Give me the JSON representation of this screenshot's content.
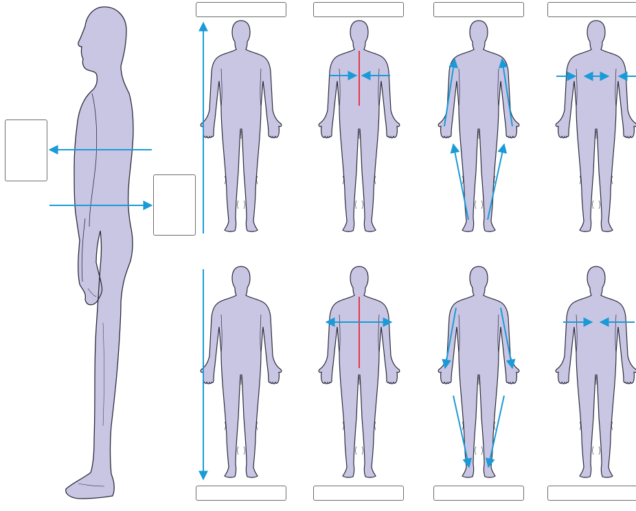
{
  "diagram": {
    "colors": {
      "body_fill": "#c9c6e4",
      "body_outline": "#2a2a3a",
      "arrow": "#1a9ad6",
      "midline": "#e8364a",
      "label_border": "#6b6b6b"
    },
    "labels": {
      "top": [
        "",
        "",
        "",
        ""
      ],
      "bottom": [
        "",
        "",
        "",
        ""
      ],
      "side_front": "",
      "side_back": ""
    },
    "figures": {
      "side_view": "standing-person-lateral",
      "front_views": [
        {
          "row": "top",
          "column": 1,
          "arrows": "full-height-upward"
        },
        {
          "row": "top",
          "column": 2,
          "arrows": "horizontal-inward-to-midline",
          "midline": true
        },
        {
          "row": "top",
          "column": 3,
          "arrows": "diagonal-upward-along-limbs"
        },
        {
          "row": "top",
          "column": 4,
          "arrows": "horizontal-inward-at-shoulders"
        },
        {
          "row": "bottom",
          "column": 1,
          "arrows": "full-height-downward"
        },
        {
          "row": "bottom",
          "column": 2,
          "arrows": "horizontal-outward-from-midline",
          "midline": true
        },
        {
          "row": "bottom",
          "column": 3,
          "arrows": "diagonal-downward-along-limbs"
        },
        {
          "row": "bottom",
          "column": 4,
          "arrows": "horizontal-inward-at-shoulders"
        }
      ]
    }
  }
}
